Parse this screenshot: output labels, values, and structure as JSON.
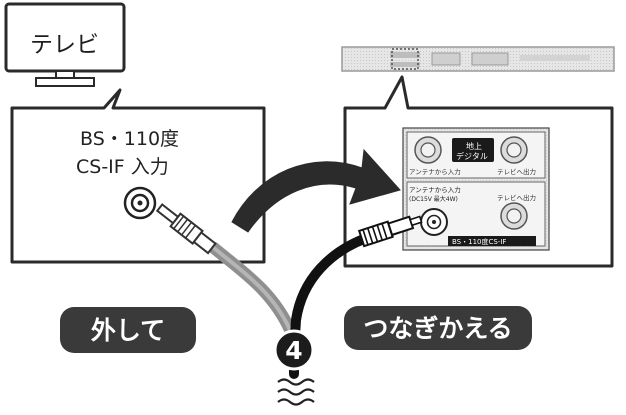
{
  "tv": {
    "label": "テレビ"
  },
  "tv_callout": {
    "line1": "BS・110度",
    "line2": "CS-IF 入力"
  },
  "recorder_panel": {
    "top_label_line1": "地上",
    "top_label_line2": "デジタル",
    "antenna_in_label": "アンテナから入力",
    "tv_out_label": "テレビへ出力",
    "bs_in_line1": "アンテナから入力",
    "bs_in_line2": "(DC15V 最大4W)",
    "bs_tv_out_label": "テレビへ出力",
    "bs_band_label": "BS・110度CS-IF"
  },
  "actions": {
    "disconnect": "外して",
    "reconnect": "つなぎかえる"
  },
  "step_number": "4",
  "colors": {
    "pill": "#3a3a3a",
    "gray_cable": "#8f8f8f",
    "black_cable": "#111111",
    "arrow": "#2b2b2b",
    "panel_bg": "#e9e9e9"
  }
}
